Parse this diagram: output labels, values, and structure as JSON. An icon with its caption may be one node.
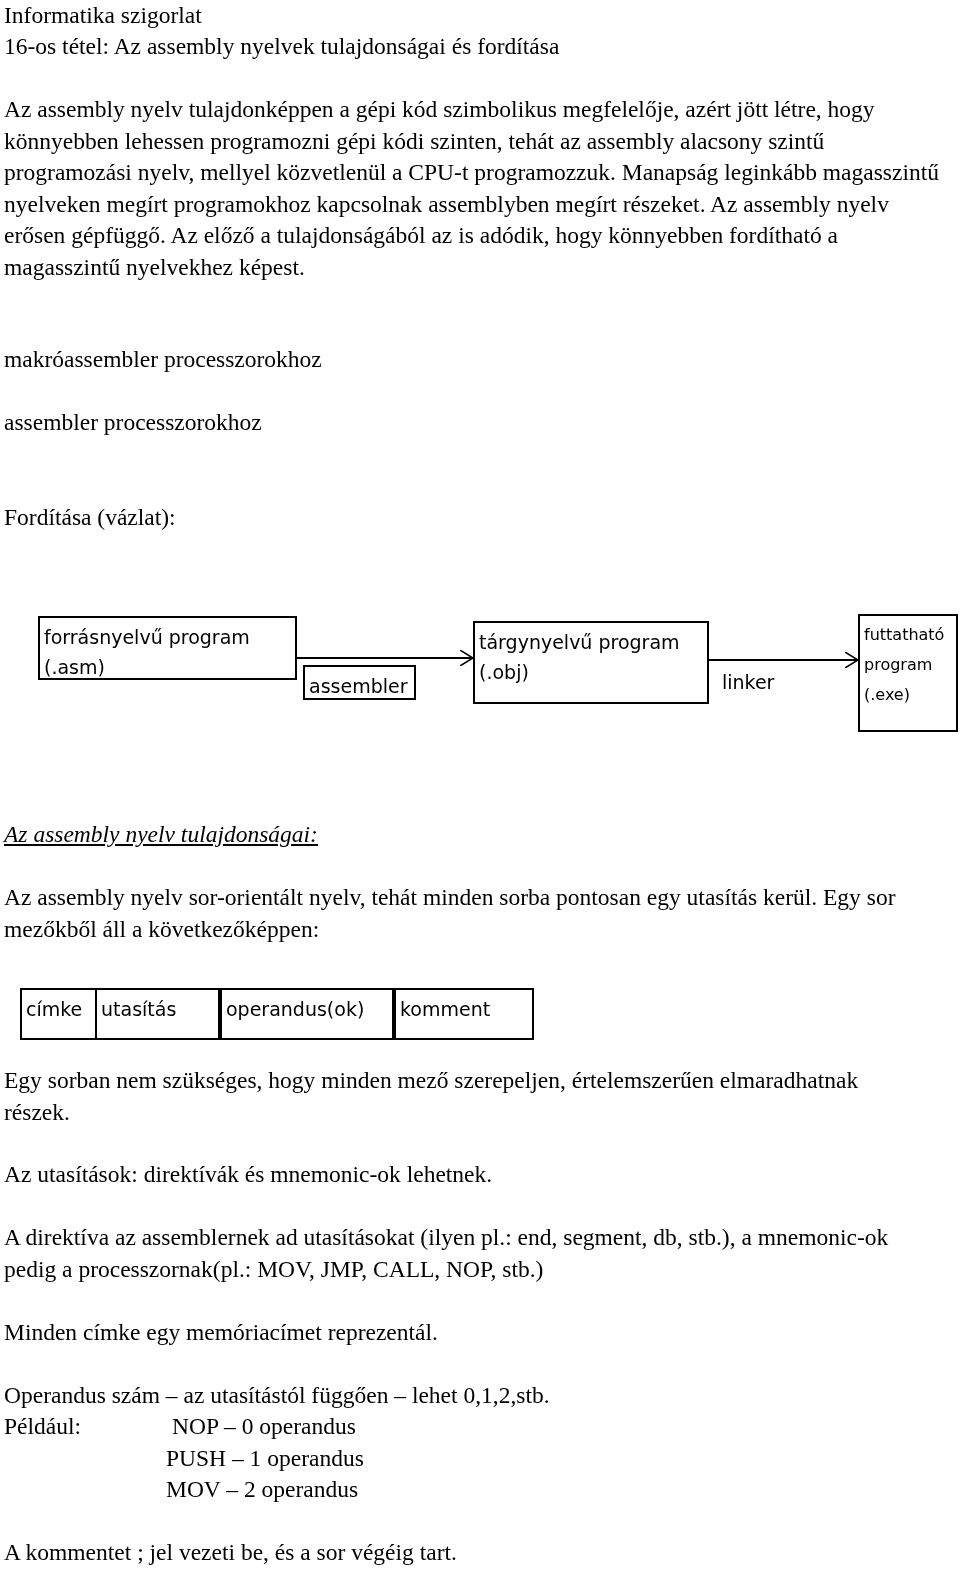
{
  "diagram": {
    "nodes": [
      {
        "text": [
          "forrásnyelvű program (.asm)"
        ]
      },
      {
        "text": [
          "assembler"
        ]
      },
      {
        "text": [
          "tárgynyelvű program (.obj)"
        ]
      },
      {
        "text": [
          "futtatható program (.exe)"
        ]
      },
      {
        "text": [
          "címke"
        ]
      },
      {
        "text": [
          "utasítás"
        ]
      },
      {
        "text": [
          "operandus(ok)"
        ]
      },
      {
        "text": [
          "komment"
        ]
      }
    ],
    "edges": [
      {
        "from": 0,
        "to": 2,
        "arrow": "to"
      },
      {
        "from": 2,
        "to": 3,
        "arrow": "to",
        "label": "linker"
      }
    ],
    "labels": [
      "Informatika szigorlat",
      "16-os tétel: Az assembly nyelvek tulajdonságai és fordítása",
      "Az assembly nyelv tulajdonképpen a gépi kód szimbolikus megfelelője, azért jött létre, hogy könnyebben lehessen programozni gépi kódi szinten, tehát az assembly alacsony szintű programozási nyelv, mellyel közvetlenül a CPU-t programozzuk. Manapság leginkább magasszintű nyelveken megírt programokhoz kapcsolnak assemblyben megírt részeket. Az assembly nyelv erősen gépfüggő. Az előző a tulajdonságából az is adódik, hogy könnyebben fordítható a magasszintű nyelvekhez képest.",
      "makróassembler processzorokhoz",
      "assembler processzorokhoz",
      "Fordítása (vázlat):",
      "Az assembly nyelv tulajdonságai:",
      "Az assembly nyelv sor-orientált nyelv, tehát minden sorba pontosan egy utasítás kerül. Egy sor mezőkből áll a következőképpen:",
      "Egy sorban nem szükséges, hogy minden mező szerepeljen, értelemszerűen elmaradhatnak részek.",
      "Az utasítások: direktívák és mnemonic-ok lehetnek.",
      "A direktíva az assemblernek ad utasításokat (ilyen pl.: end, segment, db, stb.), a mnemonic-ok pedig a processzornak(pl.: MOV, JMP, CALL, NOP, stb.)",
      "Minden címke egy memóriacímet reprezentál.",
      "Operandus szám – az utasítástól függően – lehet 0,1,2,stb.",
      "Például:",
      "NOP – 0 operandus",
      "PUSH – 1 operandus",
      "MOV – 2 operandus",
      "A kommentet ; jel vezeti be, és a sor végéig tart."
    ]
  }
}
